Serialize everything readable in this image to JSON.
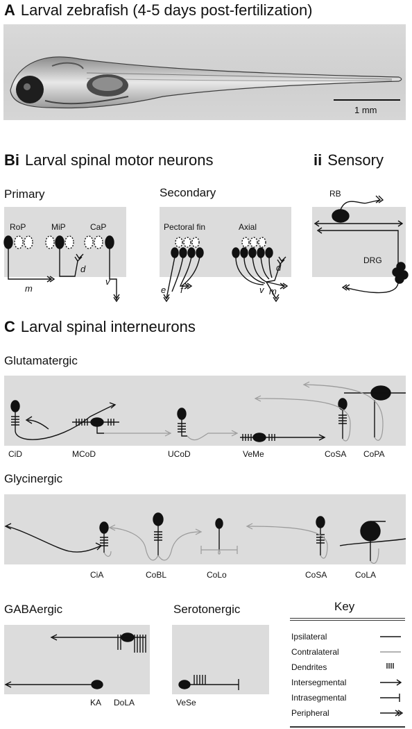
{
  "panel_a": {
    "letter": "A",
    "title": "Larval zebrafish (4-5 days post-fertilization)",
    "scale_bar": "1 mm"
  },
  "panel_b": {
    "letter": "Bi",
    "title": "Larval spinal motor neurons",
    "sub_letter": "ii",
    "sub_title": "Sensory",
    "primary": {
      "heading": "Primary",
      "neurons": [
        "RoP",
        "MiP",
        "CaP"
      ],
      "labels": {
        "m": "m",
        "d": "d",
        "v": "v"
      }
    },
    "secondary": {
      "heading": "Secondary",
      "groups": [
        "Pectoral fin",
        "Axial"
      ],
      "labels": {
        "e": "e",
        "f": "f",
        "v": "v",
        "m": "m",
        "d": "d"
      }
    },
    "sensory": {
      "neurons": [
        "RB",
        "DRG"
      ]
    }
  },
  "panel_c": {
    "letter": "C",
    "title": "Larval spinal interneurons",
    "glutamatergic": {
      "heading": "Glutamatergic",
      "neurons": [
        "CiD",
        "MCoD",
        "UCoD",
        "VeMe",
        "CoSA",
        "CoPA"
      ]
    },
    "glycinergic": {
      "heading": "Glycinergic",
      "neurons": [
        "CiA",
        "CoBL",
        "CoLo",
        "CoSA",
        "CoLA"
      ]
    },
    "gabaergic": {
      "heading": "GABAergic",
      "neurons": [
        "KA",
        "DoLA"
      ]
    },
    "serotonergic": {
      "heading": "Serotonergic",
      "neurons": [
        "VeSe"
      ]
    }
  },
  "key": {
    "title": "Key",
    "rows": [
      "Ipsilateral",
      "Contralateral",
      "Dendrites",
      "Intersegmental",
      "Intrasegmental",
      "Peripheral"
    ]
  },
  "colors": {
    "panel_bg": "#dcdcdc",
    "ipsilateral": "#111111",
    "contralateral": "#9a9a9a"
  }
}
